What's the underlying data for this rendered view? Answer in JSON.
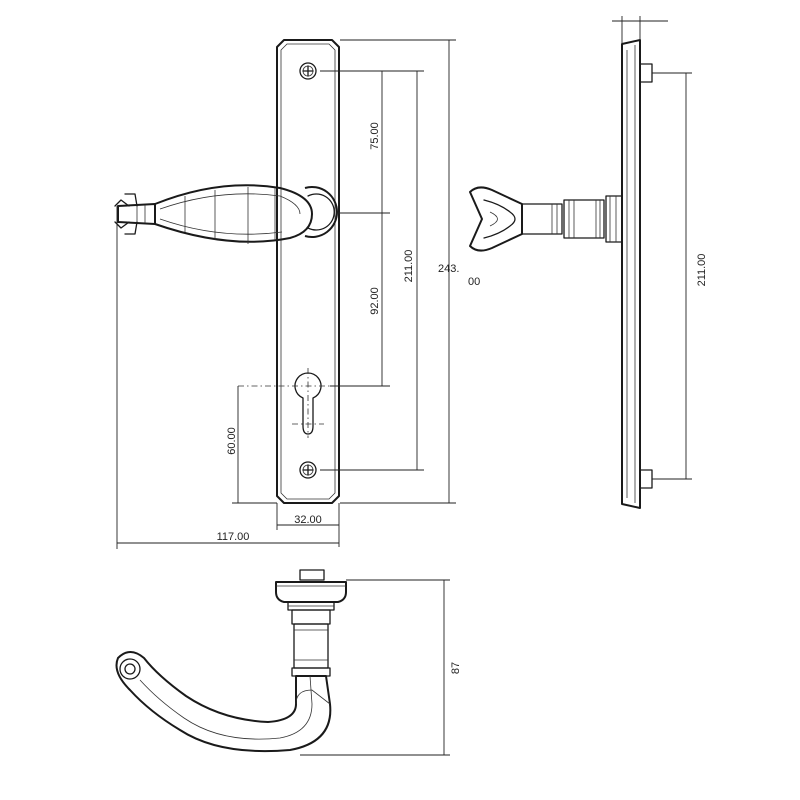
{
  "dimensions": {
    "handle_to_screw_spacing": "75.00",
    "handle_to_keyhole_spacing": "92.00",
    "screw_centers_front": "211.00",
    "overall_plate_length_part1": "243.",
    "overall_plate_length_part2": "00",
    "keyhole_to_bottom": "60.00",
    "plate_width": "32.00",
    "handle_projection": "117.00",
    "screw_centers_side": "211.00",
    "handle_depth": "87"
  }
}
